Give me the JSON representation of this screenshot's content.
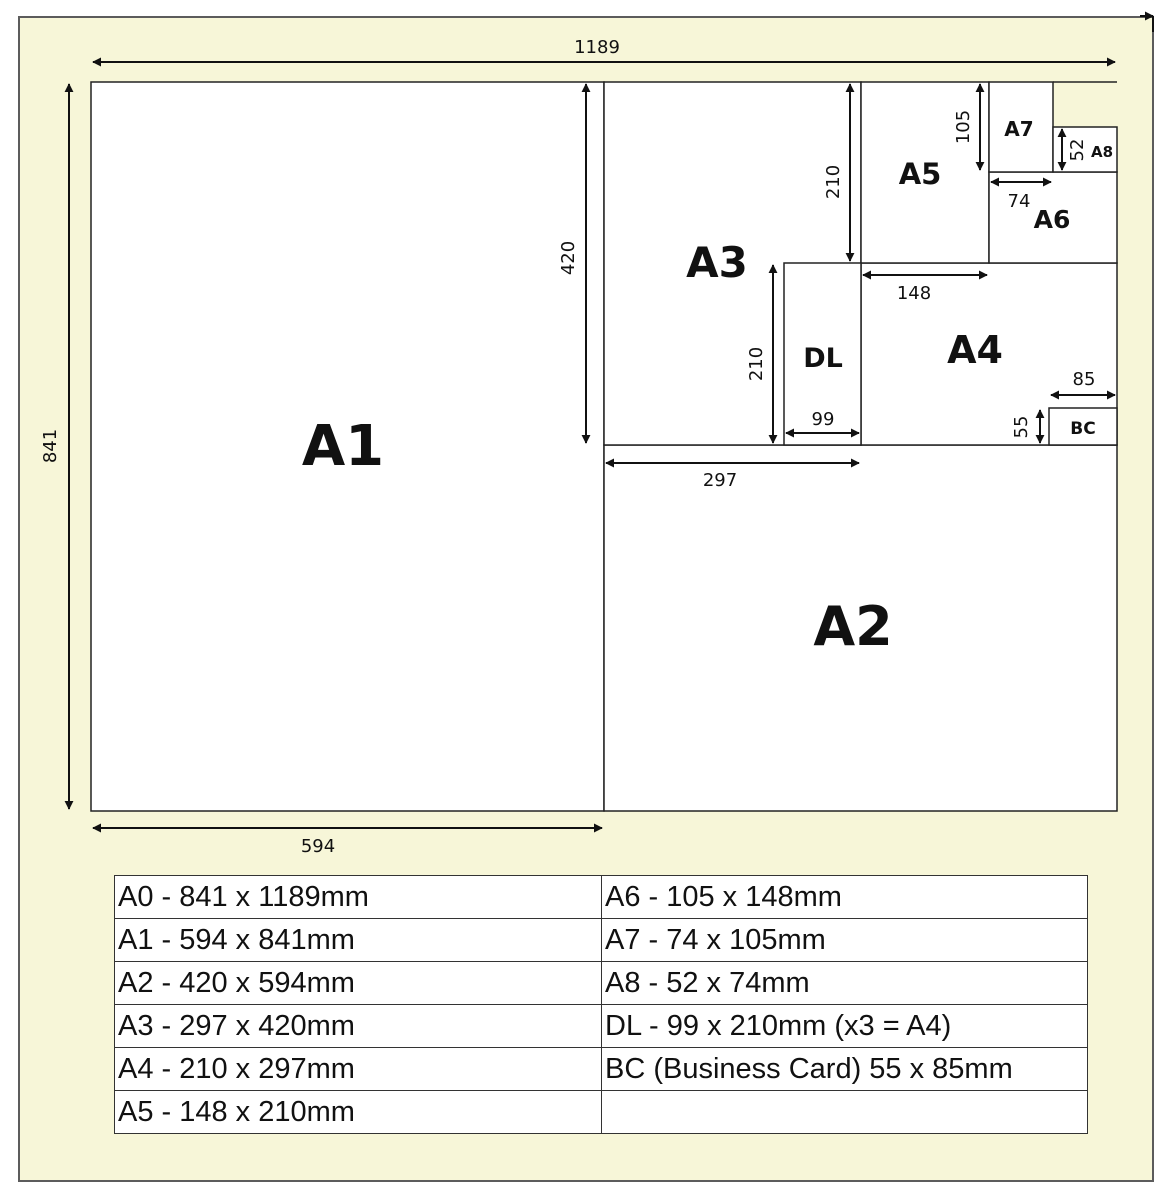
{
  "diagram": {
    "labels": {
      "a1": "A1",
      "a2": "A2",
      "a3": "A3",
      "a4": "A4",
      "a5": "A5",
      "a6": "A6",
      "a7": "A7",
      "a8": "A8",
      "dl": "DL",
      "bc": "BC"
    },
    "dimensions": {
      "width_1189": "1189",
      "height_841": "841",
      "a1_width_594": "594",
      "a3_height_420": "420",
      "a2_297": "297",
      "a5_height_210": "210",
      "dl_height_210": "210",
      "a4_148": "148",
      "dl_width_99": "99",
      "a7_height_105": "105",
      "a8_52": "52",
      "a7_width_74": "74",
      "bc_width_85": "85",
      "bc_height_55": "55"
    }
  },
  "table": {
    "rows": [
      [
        "A0 - 841 x 1189mm",
        "A6 - 105 x 148mm"
      ],
      [
        "A1 - 594 x 841mm",
        "A7 - 74 x 105mm"
      ],
      [
        "A2 - 420 x 594mm",
        "A8 - 52 x 74mm"
      ],
      [
        "A3 - 297 x 420mm",
        "DL - 99 x 210mm (x3 = A4)"
      ],
      [
        "A4 - 210 x 297mm",
        "BC (Business Card) 55 x 85mm"
      ],
      [
        "A5 - 148 x 210mm",
        ""
      ]
    ]
  }
}
